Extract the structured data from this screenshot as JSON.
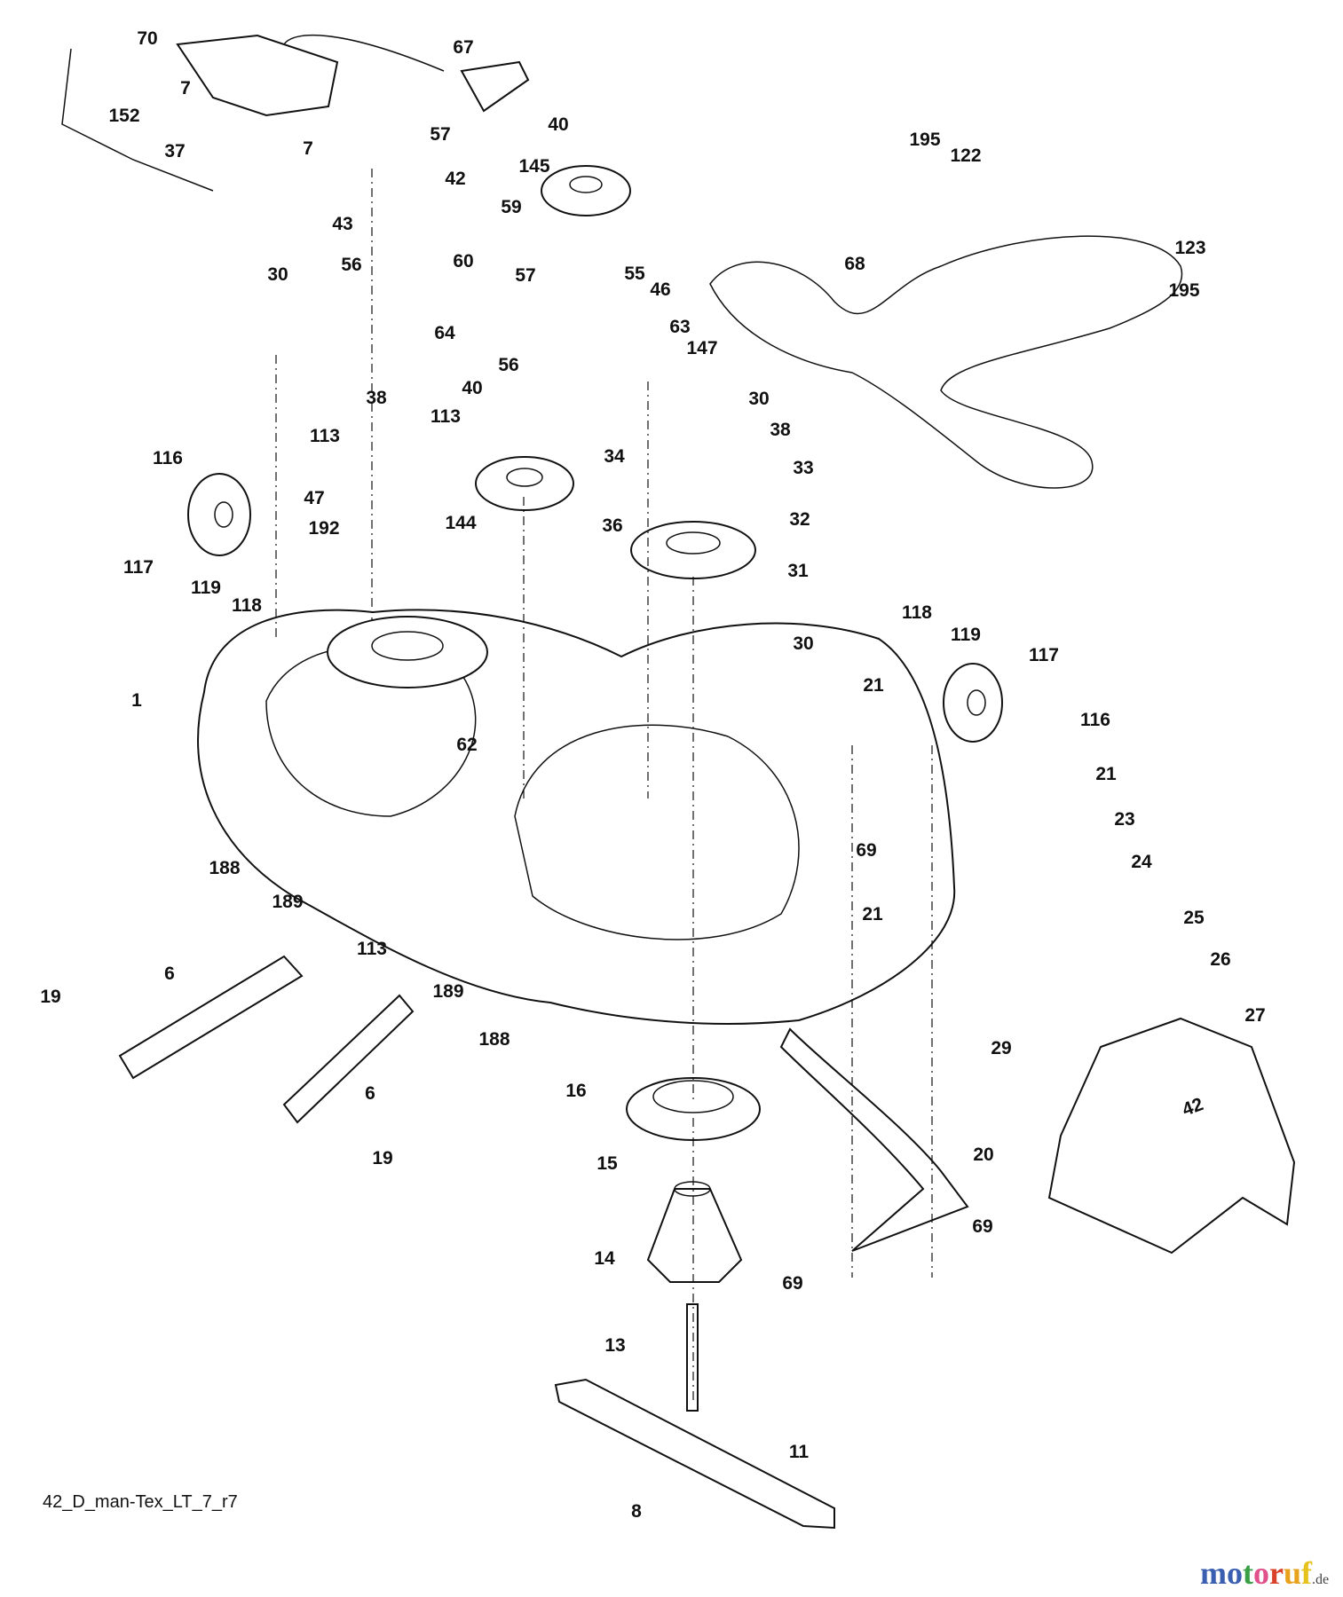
{
  "diagram": {
    "drawing_id": "42_D_man-Tex_LT_7_r7",
    "watermark": {
      "letters": [
        "m",
        "o",
        "t",
        "o",
        "r",
        "u",
        "f"
      ],
      "colors": [
        "#3a5fb0",
        "#3a5fb0",
        "#3aa048",
        "#e0508a",
        "#d9432a",
        "#e8a21c",
        "#e8c21c"
      ],
      "suffix": ".de"
    },
    "chute_mark": "42",
    "part_labels": [
      "70",
      "67",
      "7",
      "152",
      "7",
      "37",
      "57",
      "40",
      "195",
      "122",
      "42",
      "145",
      "59",
      "43",
      "56",
      "60",
      "30",
      "57",
      "55",
      "46",
      "68",
      "123",
      "195",
      "64",
      "63",
      "147",
      "38",
      "40",
      "56",
      "30",
      "38",
      "113",
      "113",
      "34",
      "116",
      "33",
      "47",
      "192",
      "144",
      "36",
      "32",
      "117",
      "119",
      "118",
      "31",
      "30",
      "118",
      "119",
      "117",
      "1",
      "62",
      "116",
      "21",
      "21",
      "23",
      "69",
      "188",
      "24",
      "189",
      "21",
      "25",
      "113",
      "26",
      "6",
      "19",
      "189",
      "27",
      "188",
      "29",
      "16",
      "6",
      "19",
      "15",
      "20",
      "14",
      "69",
      "69",
      "13",
      "11",
      "8"
    ]
  }
}
